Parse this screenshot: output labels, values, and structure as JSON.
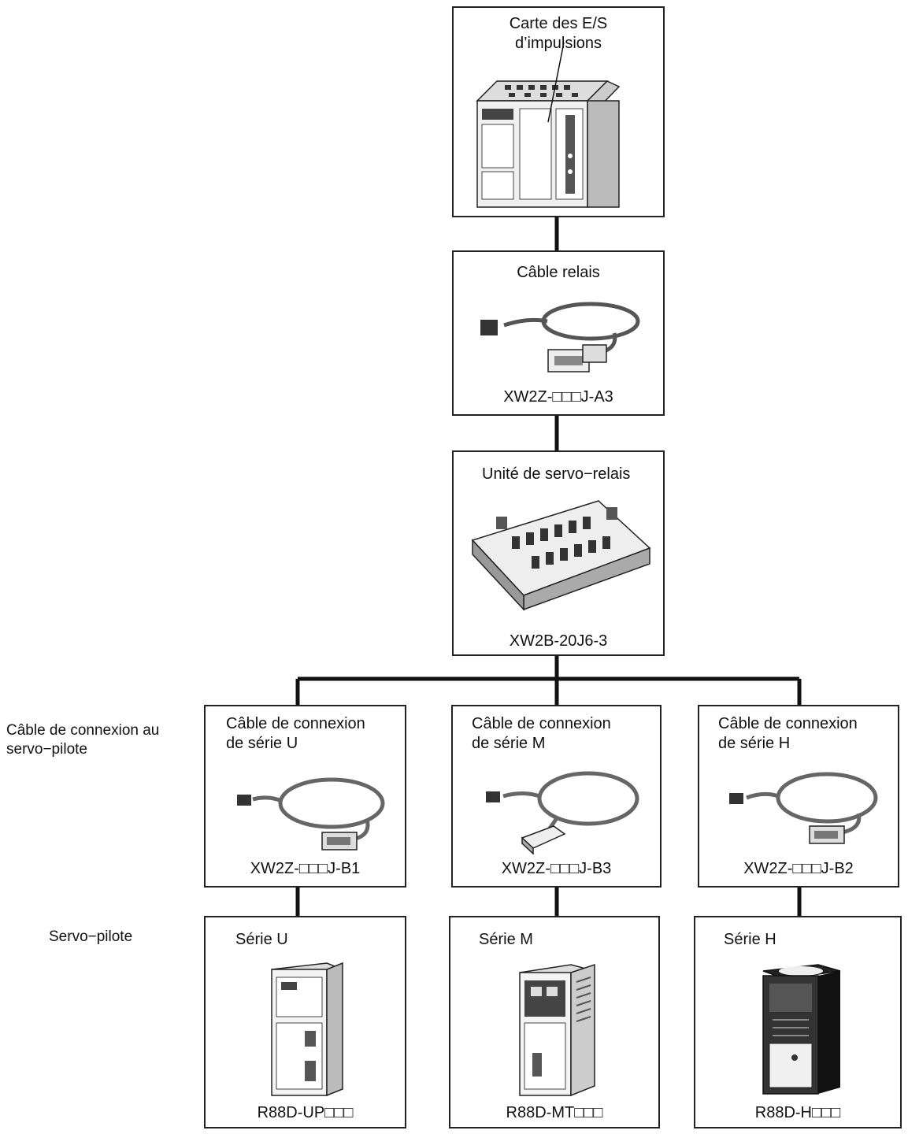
{
  "top_unit": {
    "label": "Carte des E/S\nd’impulsions",
    "icon": "pulse-io-board-icon"
  },
  "relay_cable": {
    "label": "Câble relais",
    "model": "XW2Z-□□□J-A3",
    "icon": "relay-cable-icon"
  },
  "servo_relay_unit": {
    "label": "Unité de servo−relais",
    "model": "XW2B-20J6-3",
    "icon": "terminal-block-icon"
  },
  "row_labels": {
    "connection_cables": "Câble de connexion au\nservo−pilote",
    "servo_drivers": "Servo−pilote"
  },
  "connection_cables": [
    {
      "label": "Câble de connexion\nde série U",
      "model": "XW2Z-□□□J-B1",
      "icon": "cable-dsub-icon"
    },
    {
      "label": "Câble de connexion\nde série M",
      "model": "XW2Z-□□□J-B3",
      "icon": "cable-block-connector-icon"
    },
    {
      "label": "Câble de connexion\nde série H",
      "model": "XW2Z-□□□J-B2",
      "icon": "cable-dsub-icon"
    }
  ],
  "servo_drivers": [
    {
      "label": "Série U",
      "model": "R88D-UP□□□",
      "icon": "servo-driver-u-icon"
    },
    {
      "label": "Série M",
      "model": "R88D-MT□□□",
      "icon": "servo-driver-m-icon"
    },
    {
      "label": "Série H",
      "model": "R88D-H□□□",
      "icon": "servo-driver-h-icon"
    }
  ]
}
